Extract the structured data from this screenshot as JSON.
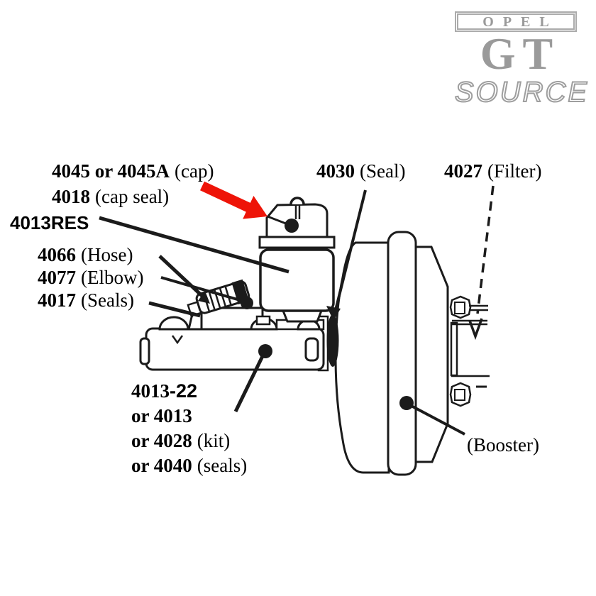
{
  "logo": {
    "opel": "OPEL",
    "gt": "GT",
    "source": "SOURCE"
  },
  "colors": {
    "ink": "#1b1b1b",
    "red_arrow": "#ee1408",
    "logo_gray": "#9a9a9a",
    "background": "#ffffff"
  },
  "labels": {
    "cap": {
      "num": "4045 or 4045A",
      "desc": "(cap)"
    },
    "cap_seal": {
      "num": "4018",
      "desc": "(cap seal)"
    },
    "reservoir": {
      "num": "4013RES"
    },
    "hose": {
      "num": "4066",
      "desc": "(Hose)"
    },
    "elbow": {
      "num": "4077",
      "desc": "(Elbow)"
    },
    "seals": {
      "num": "4017",
      "desc": "(Seals)"
    },
    "seal": {
      "num": "4030",
      "desc": "(Seal)"
    },
    "filter": {
      "num": "4027",
      "desc": "(Filter)"
    },
    "kit": {
      "l1a": "4013",
      "l1b": "-22",
      "l2": "or 4013",
      "l3num": "or 4028",
      "l3desc": "(kit)",
      "l4num": "or 4040",
      "l4desc": "(seals)"
    },
    "booster": {
      "desc": "(Booster)"
    }
  }
}
